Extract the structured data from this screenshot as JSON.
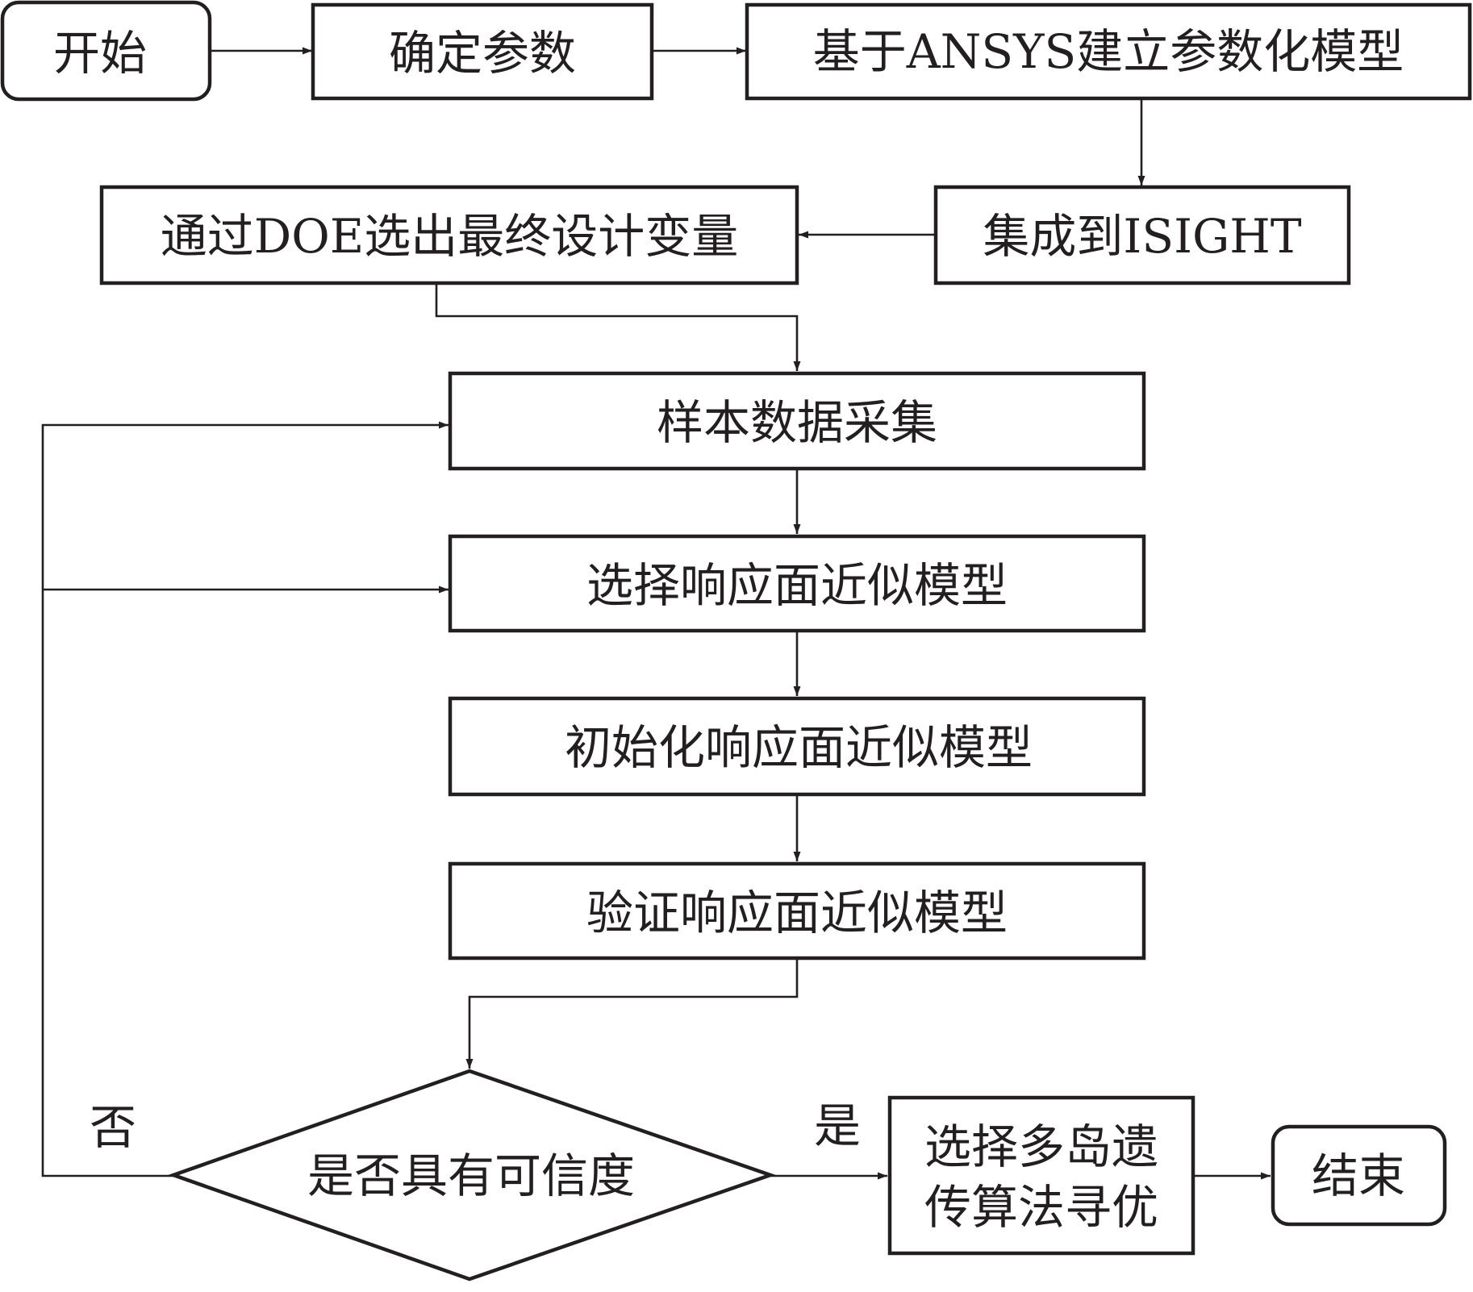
{
  "nodes": {
    "start": "开始",
    "define_params": "确定参数",
    "build_model": "基于ANSYS建立参数化模型",
    "integrate": "集成到ISIGHT",
    "doe_select": "通过DOE选出最终设计变量",
    "sample_collect": "样本数据采集",
    "choose_rsm": "选择响应面近似模型",
    "init_rsm": "初始化响应面近似模型",
    "verify_rsm": "验证响应面近似模型",
    "credible_check": "是否具有可信度",
    "optimize_line1": "选择多岛遗",
    "optimize_line2": "传算法寻优",
    "end": "结束"
  },
  "edge_labels": {
    "no": "否",
    "yes": "是"
  },
  "colors": {
    "line": "#231f20",
    "background": "#ffffff"
  }
}
